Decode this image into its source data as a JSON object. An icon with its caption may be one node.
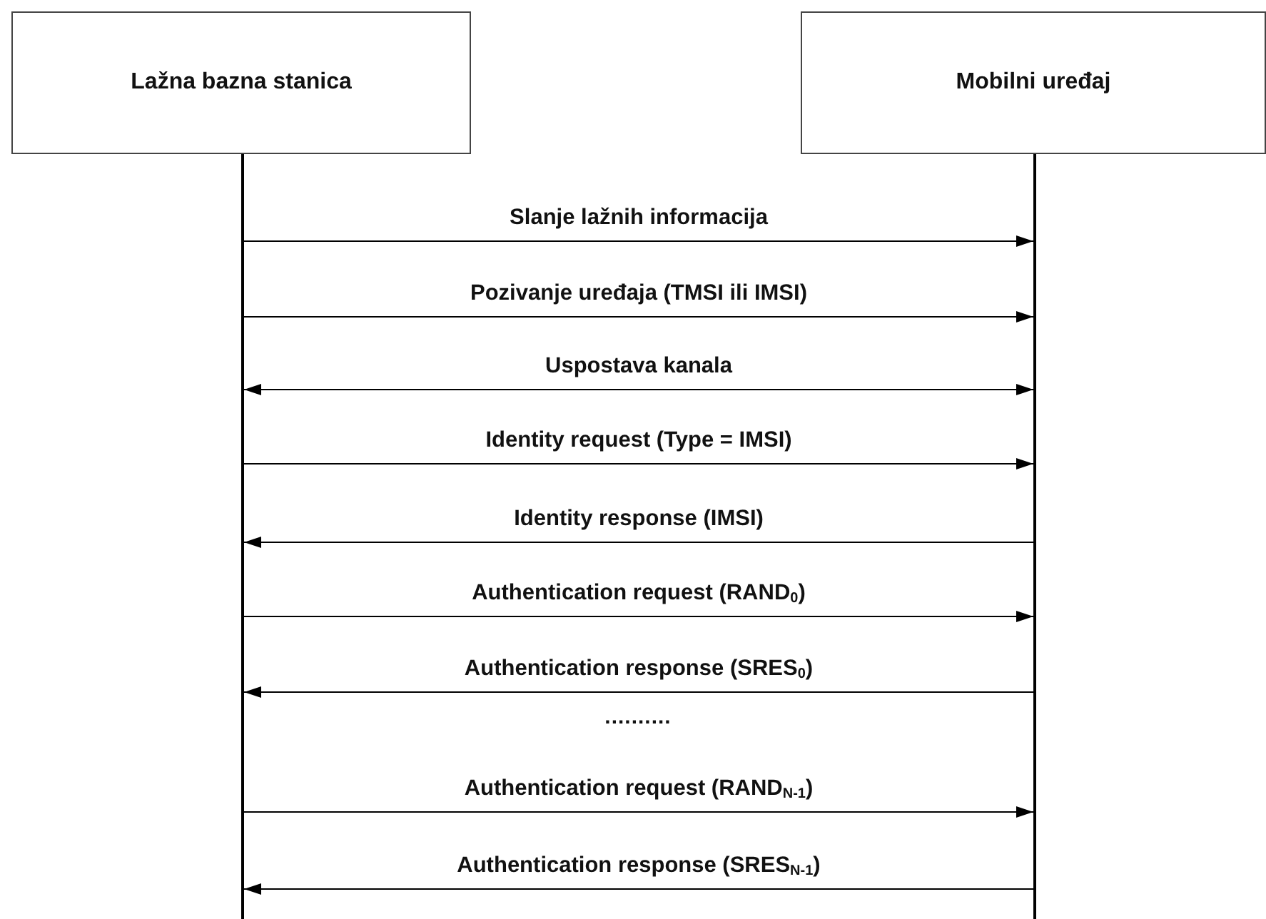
{
  "diagram": {
    "nodes": [
      {
        "text": [
          "Lažna bazna stanica"
        ]
      },
      {
        "text": [
          "Mobilni uređaj"
        ]
      },
      {
        "text": [],
        "shape": "bar"
      },
      {
        "text": [],
        "shape": "bar"
      }
    ],
    "edges": [
      {
        "from": 2,
        "to": 3,
        "arrow": "to",
        "label": "Slanje lažnih informacija"
      },
      {
        "from": 2,
        "to": 3,
        "arrow": "to",
        "label": "Pozivanje uređaja (TMSI ili IMSI)"
      },
      {
        "from": 2,
        "to": 3,
        "arrow": "both",
        "label": "Uspostava kanala"
      },
      {
        "from": 2,
        "to": 3,
        "arrow": "to",
        "label": "Identity request (Type = IMSI)"
      },
      {
        "from": 3,
        "to": 2,
        "arrow": "to",
        "label": "Identity response (IMSI)"
      },
      {
        "from": 2,
        "to": 3,
        "arrow": "to",
        "label": "Authentication request (RAND$_{0}$)"
      },
      {
        "from": 3,
        "to": 2,
        "arrow": "to",
        "label": "Authentication response (SRES$_{0}$)"
      },
      {
        "from": 2,
        "to": 3,
        "arrow": "to",
        "label": "Authentication request (RAND$_{N-1}$)"
      },
      {
        "from": 3,
        "to": 2,
        "arrow": "to",
        "label": "Authentication response (SRES$_{N-1}$)"
      }
    ],
    "labels": [
      ".........."
    ]
  }
}
